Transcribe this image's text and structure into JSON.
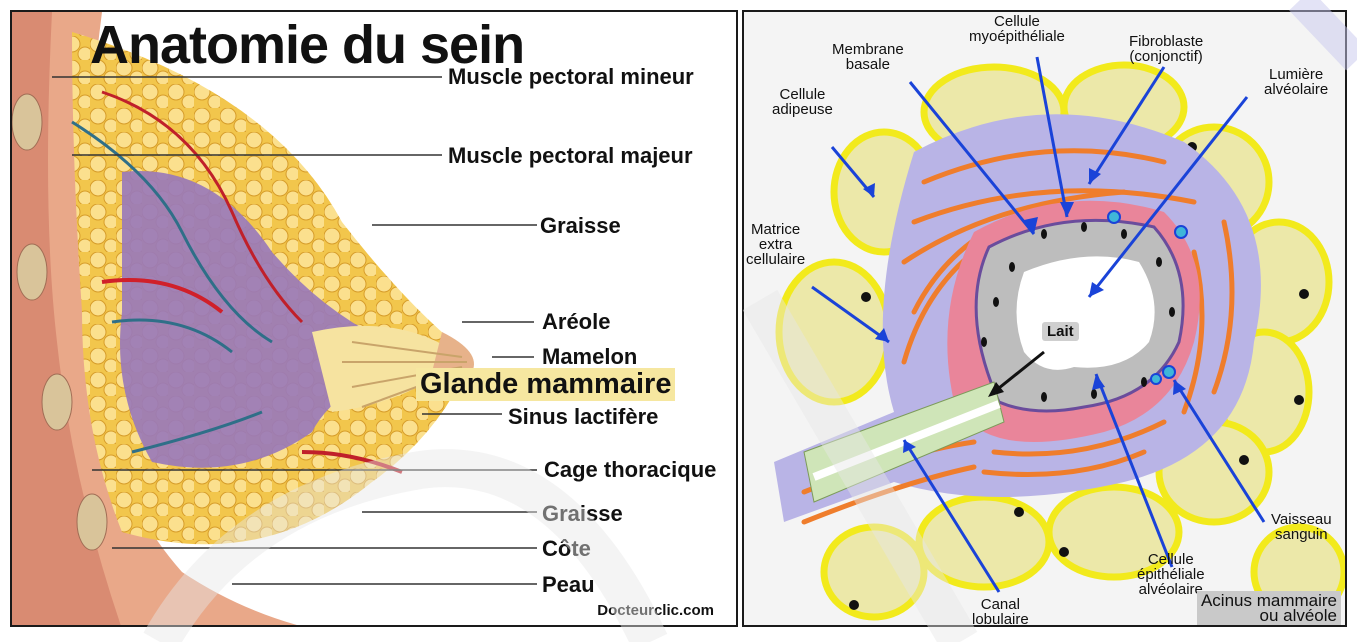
{
  "left": {
    "title": "Anatomie du sein",
    "labels": {
      "pectoral_minor": "Muscle pectoral mineur",
      "pectoral_major": "Muscle pectoral majeur",
      "fat_top": "Graisse",
      "areola": "Aréole",
      "nipple": "Mamelon",
      "mammary_gland": "Glande mammaire",
      "lactiferous_sinus": "Sinus lactifère",
      "rib_cage": "Cage thoracique",
      "fat_bottom": "Graisse",
      "rib": "Côte",
      "skin": "Peau"
    },
    "credit": "Docteurclic.com"
  },
  "right": {
    "labels": {
      "membrane": "Membrane\nbasale",
      "myoepithelial": "Cellule\nmyoépithéliale",
      "fibroblast": "Fibroblaste\n(conjonctif)",
      "lumen": "Lumière\nalvéolaire",
      "adipose": "Cellule\nadipeuse",
      "matrix": "Matrice\nextra\ncellulaire",
      "milk": "Lait",
      "vessel": "Vaisseau\nsanguin",
      "epithelial": "Cellule\népithéliale\nalvéolaire",
      "duct": "Canal\nlobulaire",
      "acinus": "Acinus mammaire\nou alvéole"
    }
  },
  "colors": {
    "fat": "#f3c74a",
    "gland": "#9a79b8",
    "adipocyte_border": "#f2ea1c",
    "stroma": "#b9b4e6",
    "fibro": "#ef7d2c",
    "arrow": "#1a43d8"
  }
}
